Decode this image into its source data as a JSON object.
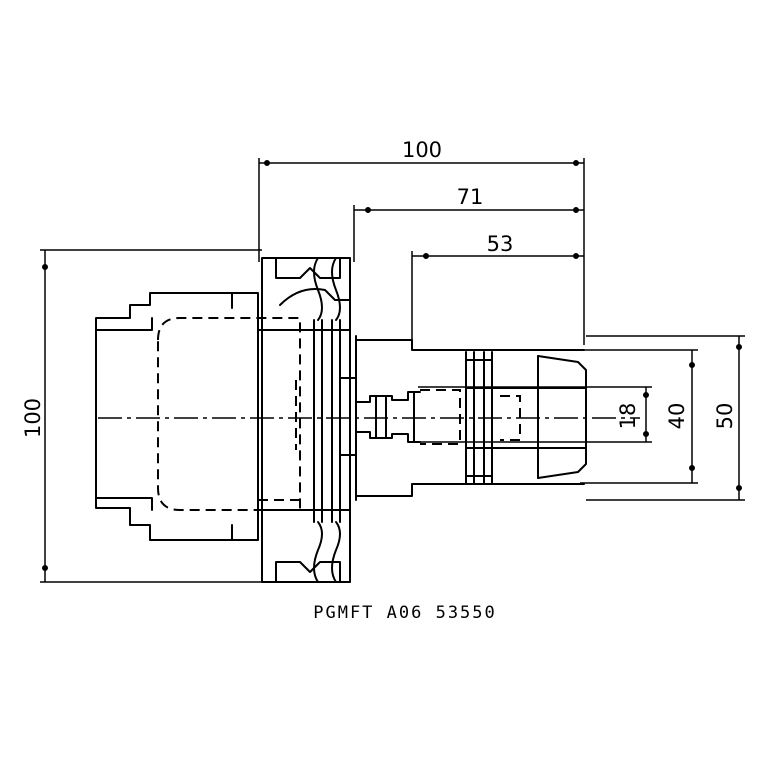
{
  "dimensions": {
    "overall_length": "100",
    "length_71": "71",
    "length_53": "53",
    "flange_height": "100",
    "dia_18": "18",
    "dia_40": "40",
    "dia_50": "50"
  },
  "caption": "PGMFT A06 53550"
}
